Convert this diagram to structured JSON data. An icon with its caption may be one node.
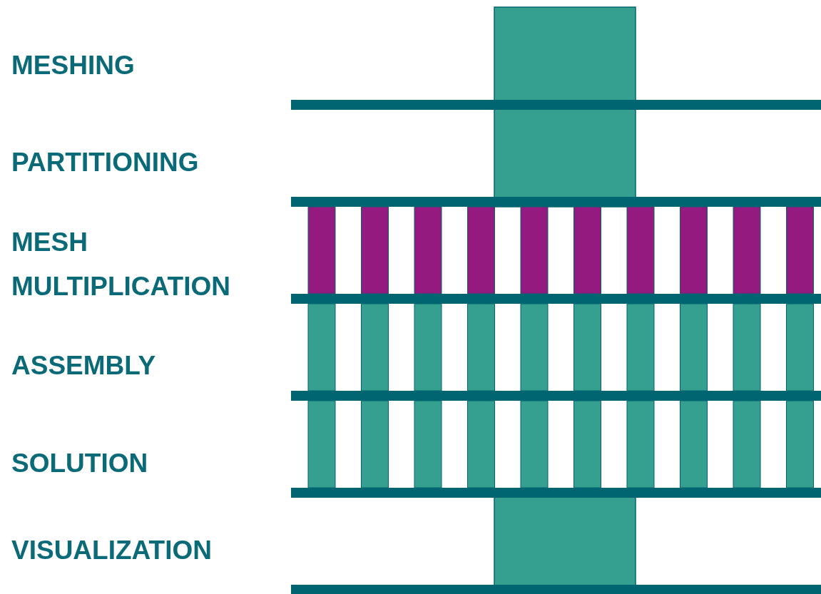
{
  "diagram": {
    "labels": [
      "MESHING",
      "PARTITIONING",
      "MESH MULTIPLICATION",
      "ASSEMBLY",
      "SOLUTION",
      "VISUALIZATION"
    ]
  }
}
